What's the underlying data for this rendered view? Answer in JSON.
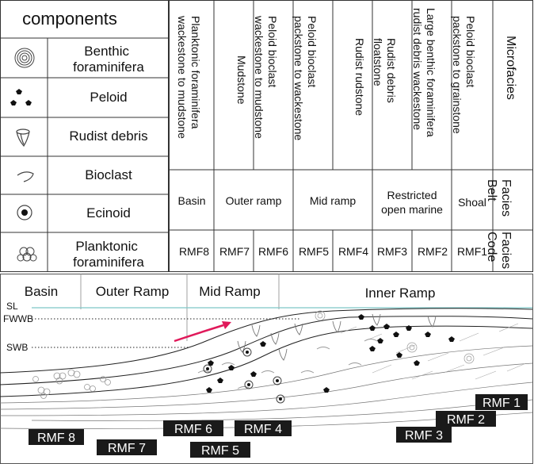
{
  "legend": {
    "title": "components",
    "items": [
      {
        "icon": "benthic-foraminifera-icon",
        "lines": [
          "Benthic",
          "foraminifera"
        ]
      },
      {
        "icon": "peloid-icon",
        "lines": [
          "Peloid"
        ]
      },
      {
        "icon": "rudist-debris-icon",
        "lines": [
          "Rudist debris"
        ]
      },
      {
        "icon": "bioclast-icon",
        "lines": [
          "Bioclast"
        ]
      },
      {
        "icon": "ecinoid-icon",
        "lines": [
          "Ecinoid"
        ]
      },
      {
        "icon": "planktonic-foraminifera-icon",
        "lines": [
          "Planktonic",
          "foraminifera"
        ]
      }
    ]
  },
  "row_headers": {
    "microfacies": "Microfacies",
    "facies_belt": [
      "Facies",
      "Belt"
    ],
    "facies_code": [
      "Facies",
      "Code"
    ]
  },
  "microfacies": [
    [
      "Planktonic foraminifera",
      "wackestone to mudstone"
    ],
    [
      "Mudstone"
    ],
    [
      "Peloid bioclast",
      "wackestone to mudstone"
    ],
    [
      "Peloid bioclast",
      "packstone to wackestone"
    ],
    [
      "Rudist rudstone"
    ],
    [
      "Rudist debris",
      "floatstone"
    ],
    [
      "Large benthic foraminifera",
      "rudist debris wackestone"
    ],
    [
      "Peloid bioclast",
      "packstone to grainstone"
    ]
  ],
  "facies_belts": [
    {
      "lines": [
        "Basin"
      ]
    },
    {
      "lines": [
        "Outer ramp"
      ]
    },
    {
      "lines": [
        "Mid ramp"
      ]
    },
    {
      "lines": [
        "Restricted",
        "open marine"
      ]
    },
    {
      "lines": [
        "Shoal"
      ]
    }
  ],
  "facies_codes": [
    "RMF8",
    "RMF7",
    "RMF6",
    "RMF5",
    "RMF4",
    "RMF3",
    "RMF2",
    "RMF1"
  ],
  "profile": {
    "zones": [
      "Basin",
      "Outer Ramp",
      "Mid Ramp",
      "Inner Ramp"
    ],
    "levels": [
      "SL",
      "FWWB",
      "SWB"
    ],
    "labels": [
      "RMF 1",
      "RMF 2",
      "RMF 3",
      "RMF 4",
      "RMF 5",
      "RMF 6",
      "RMF 7",
      "RMF 8"
    ]
  },
  "colors": {
    "sea_level": "#7ec8c8",
    "arrow": "#e0195a",
    "label_bg": "#1a1a1a",
    "label_text": "#ffffff"
  }
}
